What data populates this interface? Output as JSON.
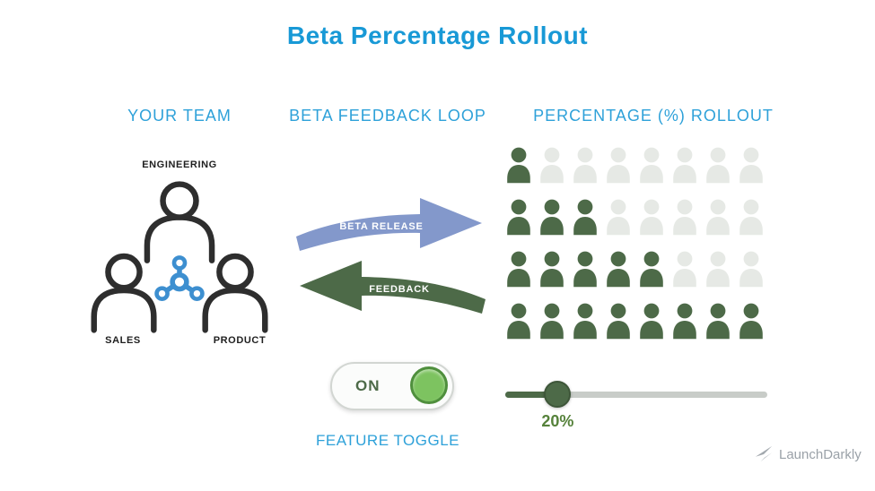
{
  "slide": {
    "title": "Beta Percentage Rollout"
  },
  "team": {
    "heading": "YOUR TEAM",
    "roles": {
      "top": "ENGINEERING",
      "bottom_left": "SALES",
      "bottom_right": "PRODUCT"
    }
  },
  "feedback_loop": {
    "heading": "BETA FEEDBACK LOOP",
    "beta_release_label": "BETA RELEASE",
    "feedback_label": "FEEDBACK",
    "toggle": {
      "state": "ON",
      "caption": "FEATURE TOGGLE"
    }
  },
  "rollout": {
    "heading": "PERCENTAGE (%) ROLLOUT",
    "grid": {
      "icon": "person-silhouette",
      "rows": 4,
      "cols": 8,
      "active_per_row": [
        1,
        3,
        5,
        8
      ],
      "active_color": "#4d6a48",
      "inactive_color": "#e6e9e5"
    },
    "slider": {
      "percent": 20,
      "label": "20%"
    }
  },
  "branding": {
    "name": "LaunchDarkly"
  },
  "colors": {
    "title_blue": "#1899d6",
    "heading_blue": "#2ea1d9",
    "arrow_blue": "#8398cb",
    "dark_green": "#4d6a48",
    "toggle_green": "#7dc360",
    "value_green": "#56823b",
    "inactive_gray": "#e6e9e5"
  }
}
